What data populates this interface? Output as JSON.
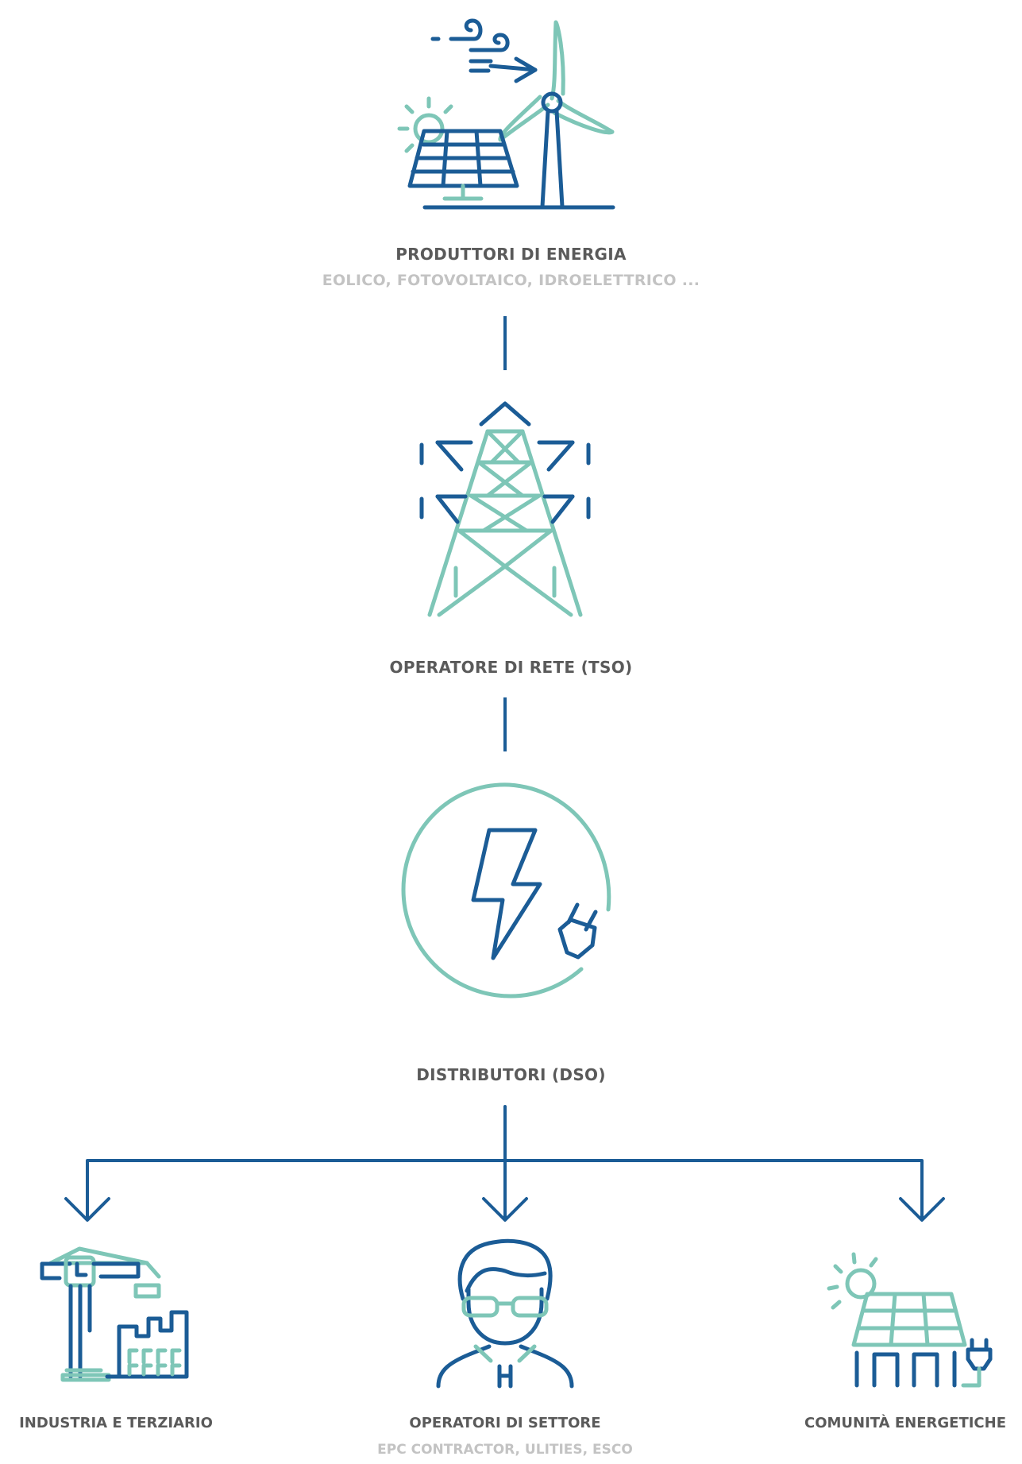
{
  "nodes": {
    "producers": {
      "title": "PRODUTTORI DI ENERGIA",
      "subtitle": "EOLICO, FOTOVOLTAICO, IDROELETTRICO ..."
    },
    "tso": {
      "title": "OPERATORE DI RETE (TSO)"
    },
    "dso": {
      "title": "DISTRIBUTORI (DSO)"
    },
    "industry": {
      "title": "INDUSTRIA E TERZIARIO"
    },
    "operators": {
      "title": "OPERATORI DI SETTORE",
      "subtitle": "EPC CONTRACTOR, ULITIES, ESCO"
    },
    "communities": {
      "title": "COMUNITÀ ENERGETICHE"
    }
  },
  "colors": {
    "primary": "#1b5c96",
    "secondary": "#7ec6b7",
    "label": "#5a5a5a",
    "sublabel": "#c3c3c3"
  },
  "icons": {
    "producers": "wind-solar-icon",
    "tso": "power-tower-icon",
    "dso": "lightning-plug-icon",
    "industry": "factory-crane-icon",
    "operators": "person-icon",
    "communities": "solar-house-icon"
  }
}
